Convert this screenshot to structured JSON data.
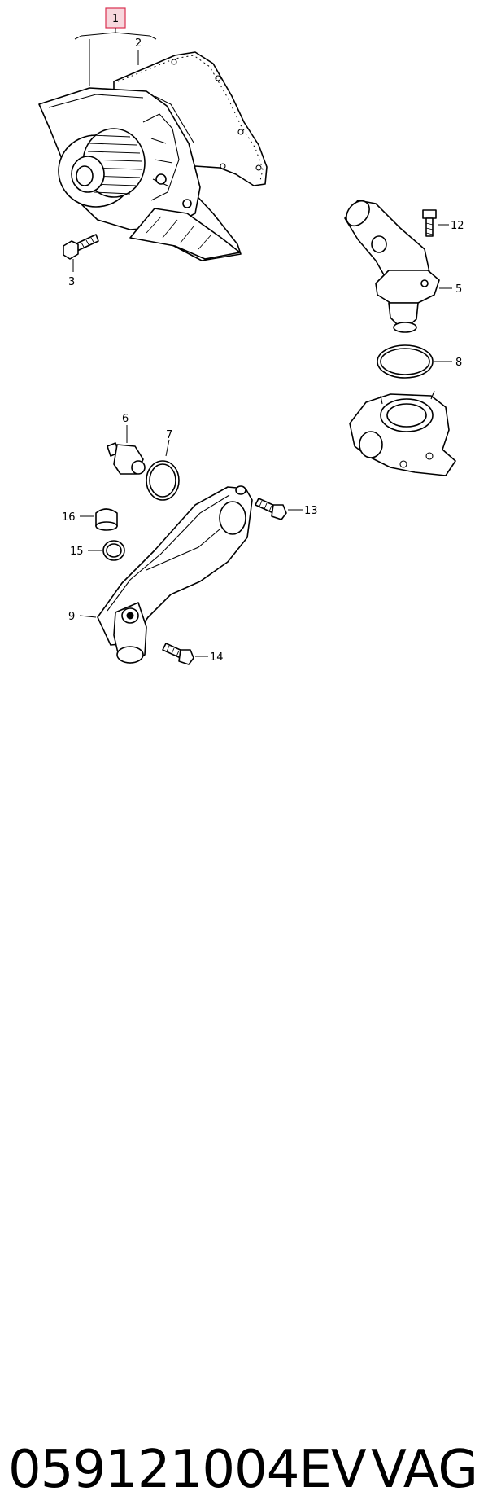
{
  "diagram": {
    "callouts": [
      {
        "id": "1",
        "label": "1"
      },
      {
        "id": "2",
        "label": "2"
      },
      {
        "id": "3",
        "label": "3"
      },
      {
        "id": "5",
        "label": "5"
      },
      {
        "id": "6",
        "label": "6"
      },
      {
        "id": "7",
        "label": "7"
      },
      {
        "id": "8",
        "label": "8"
      },
      {
        "id": "9",
        "label": "9"
      },
      {
        "id": "12",
        "label": "12"
      },
      {
        "id": "13",
        "label": "13"
      },
      {
        "id": "14",
        "label": "14"
      },
      {
        "id": "15",
        "label": "15"
      },
      {
        "id": "16",
        "label": "16"
      }
    ],
    "highlighted_callout": "1",
    "colors": {
      "highlight_fill": "#f7d7dd",
      "highlight_stroke": "#d9304f",
      "line": "#000000",
      "background": "#ffffff"
    }
  },
  "footer": {
    "part_number": "059121004EV",
    "brand": "VAG"
  }
}
